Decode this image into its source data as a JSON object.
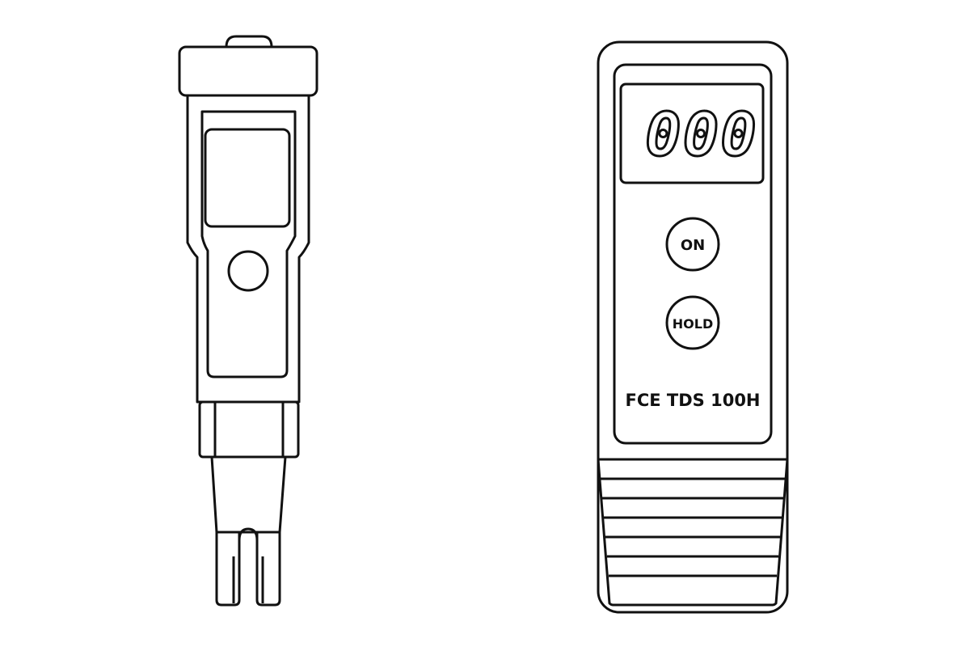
{
  "pen_meter": {
    "icon": "tds-pen-meter-icon"
  },
  "handheld_meter": {
    "display_value": "000",
    "on_button_label": "ON",
    "hold_button_label": "HOLD",
    "model_label": "FCE TDS 100H"
  }
}
